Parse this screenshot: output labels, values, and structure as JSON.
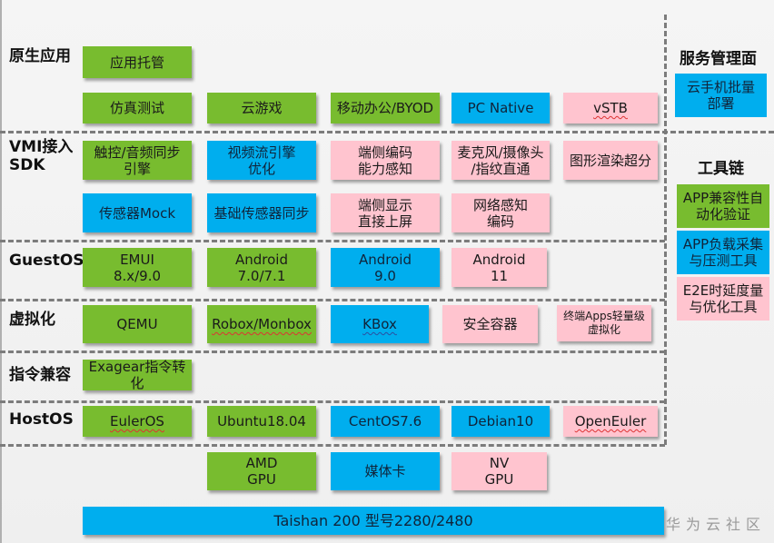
{
  "diagram": {
    "layers": [
      {
        "label": "原生应用"
      },
      {
        "label": "VMI接入\nSDK"
      },
      {
        "label": "GuestOS"
      },
      {
        "label": "虚拟化"
      },
      {
        "label": "指令兼容"
      },
      {
        "label": "HostOS"
      }
    ],
    "native_apps": {
      "row1": [
        {
          "text": "应用托管",
          "color": "green"
        }
      ],
      "row2": [
        {
          "text": "仿真测试",
          "color": "green"
        },
        {
          "text": "云游戏",
          "color": "green"
        },
        {
          "text": "移动办公/BYOD",
          "color": "green"
        },
        {
          "text": "PC Native",
          "color": "blue"
        },
        {
          "text": "vSTB",
          "color": "pink"
        }
      ]
    },
    "vmi_sdk": {
      "row1": [
        {
          "text": "触控/音频同步\n引擎",
          "color": "green"
        },
        {
          "text": "视频流引擎\n优化",
          "color": "blue"
        },
        {
          "text": "端侧编码\n能力感知",
          "color": "pink"
        },
        {
          "text": "麦克风/摄像头\n/指纹直通",
          "color": "pink"
        },
        {
          "text": "图形渲染超分",
          "color": "pink"
        }
      ],
      "row2": [
        {
          "text": "传感器Mock",
          "color": "blue"
        },
        {
          "text": "基础传感器同步",
          "color": "blue"
        },
        {
          "text": "端侧显示\n直接上屏",
          "color": "pink"
        },
        {
          "text": "网络感知\n编码",
          "color": "pink"
        }
      ]
    },
    "guest_os": [
      {
        "text": "EMUI\n8.x/9.0",
        "color": "green"
      },
      {
        "text": "Android\n7.0/7.1",
        "color": "green"
      },
      {
        "text": "Android\n9.0",
        "color": "blue"
      },
      {
        "text": "Android\n11",
        "color": "pink"
      }
    ],
    "virtualization": [
      {
        "text": "QEMU",
        "color": "green"
      },
      {
        "text": "Robox/Monbox",
        "color": "green"
      },
      {
        "text": "KBox",
        "color": "blue"
      },
      {
        "text": "安全容器",
        "color": "pink"
      },
      {
        "text": "终端Apps轻量级\n虚拟化",
        "color": "pink"
      }
    ],
    "instruction_compat": [
      {
        "text": "Exagear指令转化",
        "color": "green"
      }
    ],
    "host_os": [
      {
        "text": "EulerOS",
        "color": "green"
      },
      {
        "text": "Ubuntu18.04",
        "color": "green"
      },
      {
        "text": "CentOS7.6",
        "color": "blue"
      },
      {
        "text": "Debian10",
        "color": "blue"
      },
      {
        "text": "OpenEuler",
        "color": "pink"
      }
    ],
    "hardware": [
      {
        "text": "AMD\nGPU",
        "color": "green"
      },
      {
        "text": "媒体卡",
        "color": "blue"
      },
      {
        "text": "NV\nGPU",
        "color": "pink"
      }
    ],
    "server": {
      "text": "Taishan 200 型号2280/2480",
      "color": "blue"
    },
    "service_management": {
      "title": "服务管理面",
      "items": [
        {
          "text": "云手机批量\n部署",
          "color": "blue"
        }
      ]
    },
    "toolchain": {
      "title": "工具链",
      "items": [
        {
          "text": "APP兼容性自\n动化验证",
          "color": "green"
        },
        {
          "text": "APP负载采集\n与压测工具",
          "color": "blue"
        },
        {
          "text": "E2E时延度量\n与优化工具",
          "color": "pink"
        }
      ]
    },
    "watermark": "华为云社区",
    "colors": {
      "green": "#78bc2f",
      "blue": "#00aeee",
      "pink": "#ffc4cf",
      "dash": "#7c7c7c"
    }
  }
}
